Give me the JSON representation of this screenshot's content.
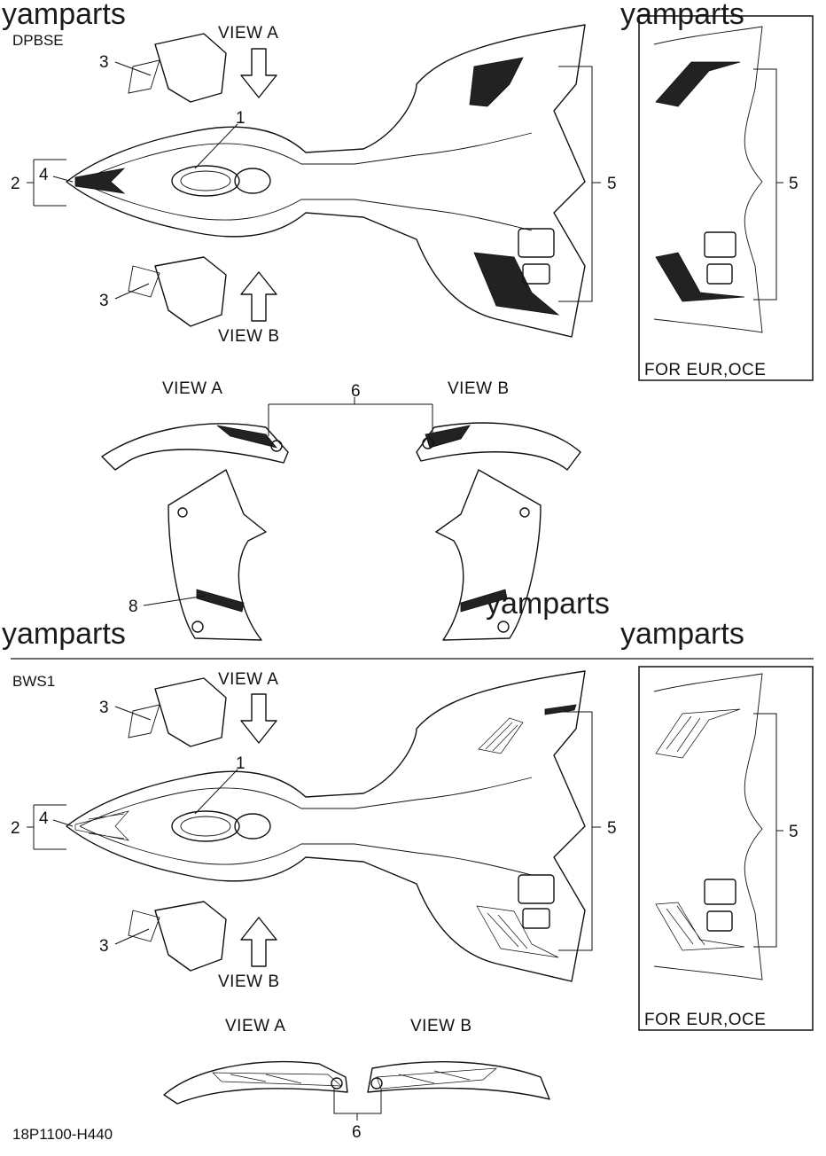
{
  "watermark": "yamparts",
  "sections": [
    {
      "code": "DPBSE",
      "view_a": "VIEW A",
      "view_b": "VIEW B",
      "callouts": [
        "1",
        "2",
        "3",
        "3",
        "4",
        "5"
      ],
      "inset_label": "FOR EUR,OCE",
      "inset_callout": "5",
      "side_views": {
        "view_a": "VIEW A",
        "view_b": "VIEW B",
        "callout": "6"
      },
      "panel_callout": "8"
    },
    {
      "code": "BWS1",
      "view_a": "VIEW A",
      "view_b": "VIEW B",
      "callouts": [
        "1",
        "2",
        "3",
        "3",
        "4",
        "5"
      ],
      "inset_label": "FOR EUR,OCE",
      "inset_callout": "5",
      "side_views": {
        "view_a": "VIEW A",
        "view_b": "VIEW B",
        "callout": "6"
      }
    }
  ],
  "part_number": "18P1100-H440"
}
